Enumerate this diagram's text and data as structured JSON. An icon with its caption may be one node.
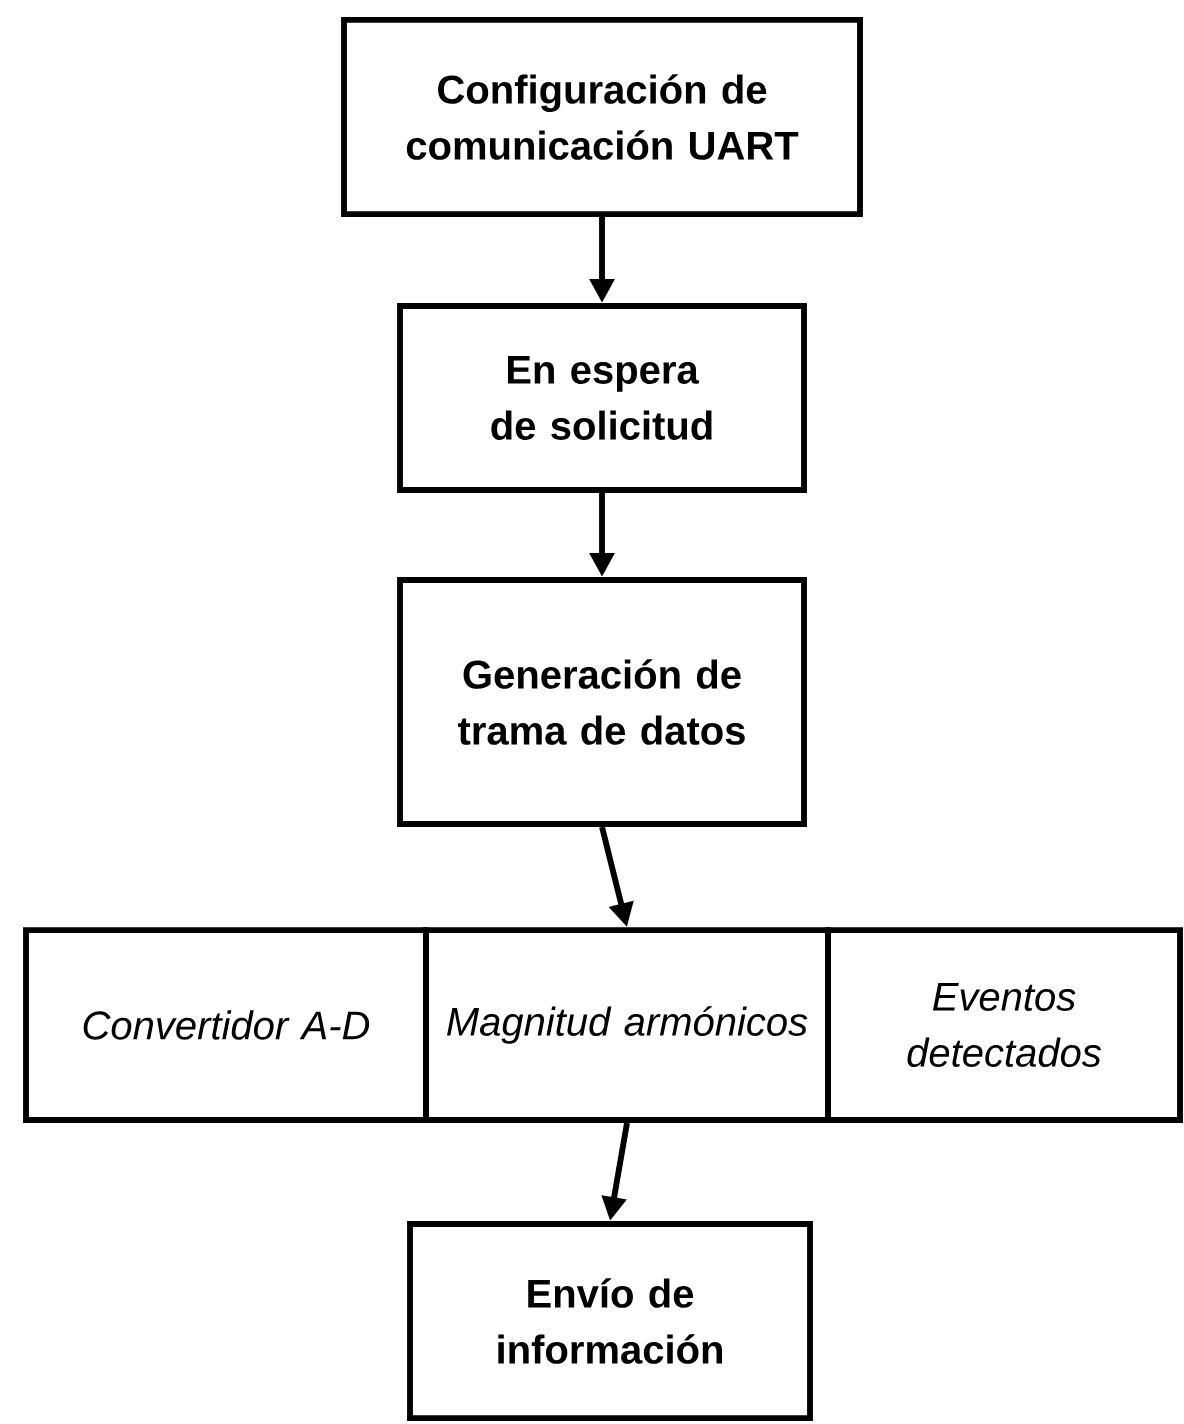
{
  "diagram": {
    "nodes": [
      {
        "text": [
          "Configuración de comunicación UART"
        ]
      },
      {
        "text": [
          "En espera de solicitud"
        ]
      },
      {
        "text": [
          "Generación de trama de datos"
        ]
      },
      {
        "text": [
          "Convertidor A-D"
        ]
      },
      {
        "text": [
          "Magnitud armónicos"
        ]
      },
      {
        "text": [
          "Eventos detectados"
        ]
      },
      {
        "text": [
          "Envío de información"
        ]
      }
    ],
    "edges": [
      {
        "from": 0,
        "to": 1,
        "arrow": "to"
      },
      {
        "from": 1,
        "to": 2,
        "arrow": "to"
      },
      {
        "from": 2,
        "to": 4,
        "arrow": "to"
      },
      {
        "from": 4,
        "to": 6,
        "arrow": "to"
      }
    ]
  }
}
